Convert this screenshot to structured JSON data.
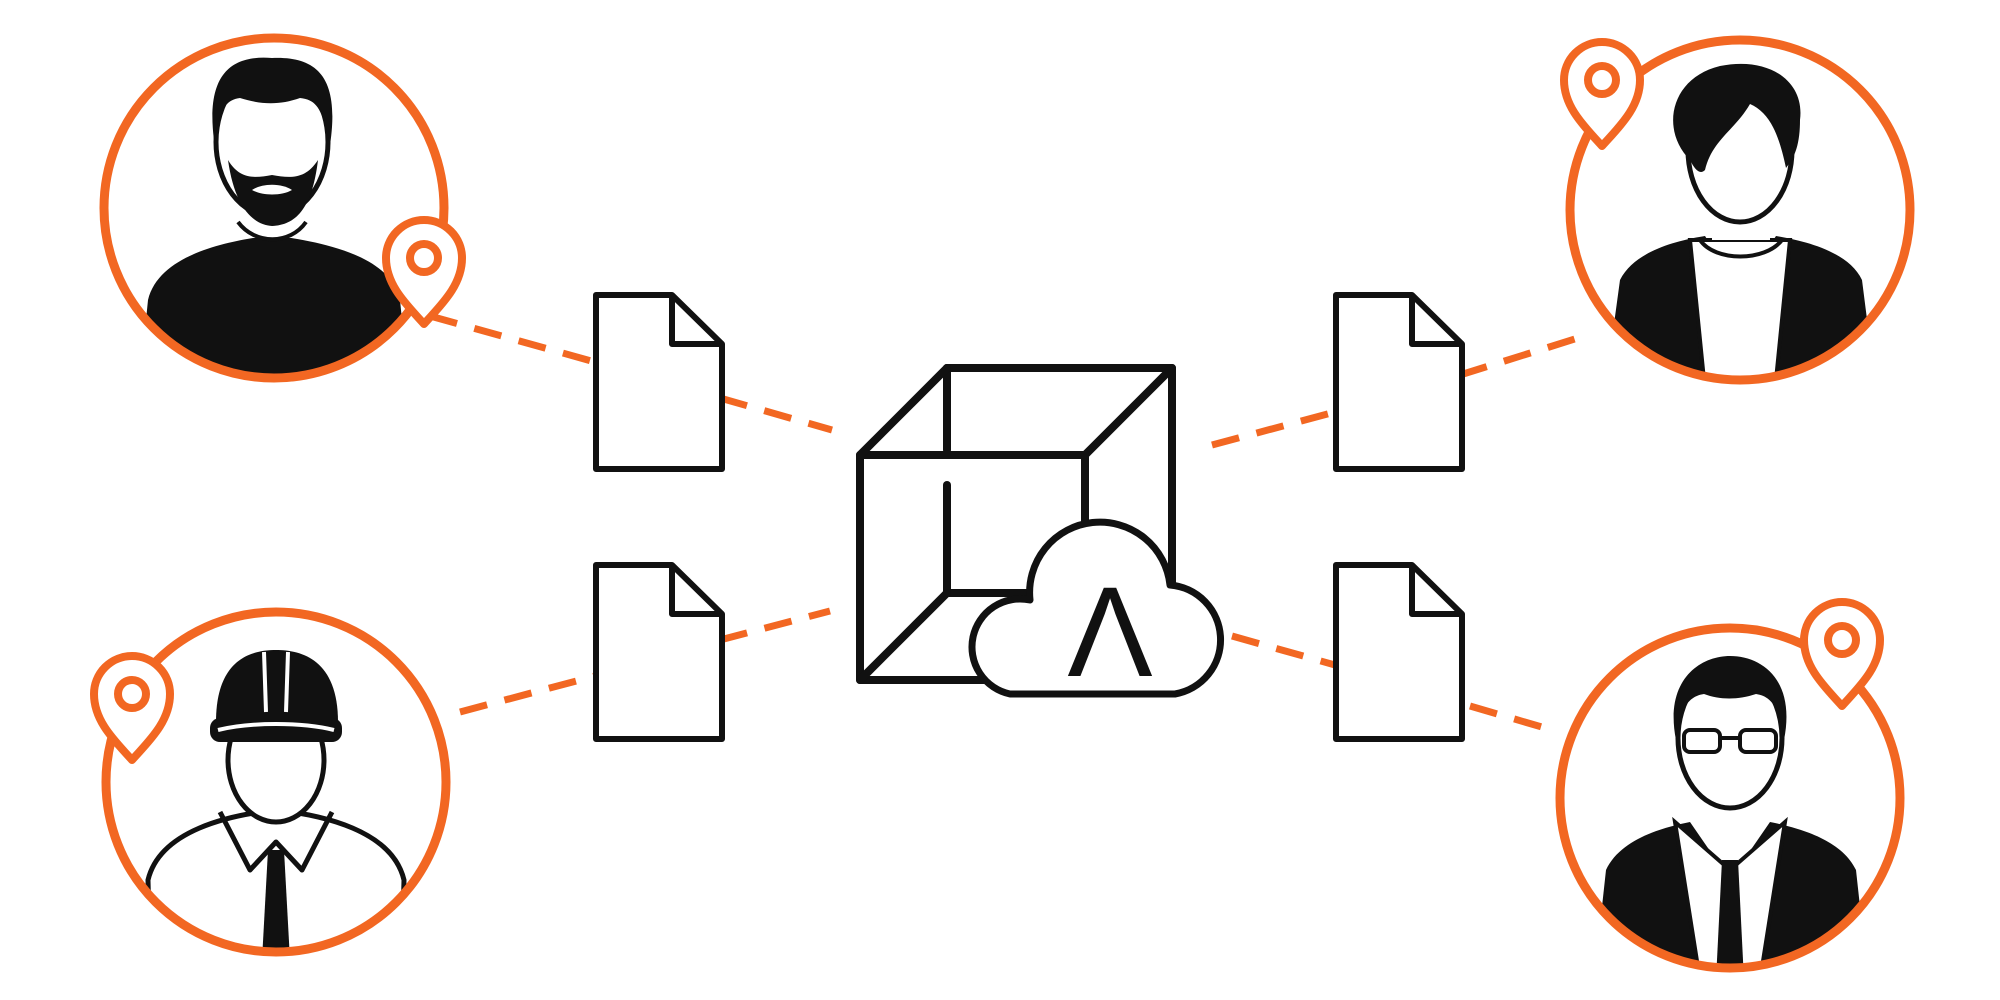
{
  "diagram": {
    "description_free": true,
    "colors": {
      "accent": "#f26722",
      "ink": "#111111",
      "background": "#ffffff"
    },
    "hub": {
      "icon": "cube-with-lambda-cloud-icon",
      "symbol": "Λ"
    },
    "users": [
      {
        "id": "user-bearded-man",
        "icon": "bearded-man-avatar-icon",
        "pin_icon": "location-pin-icon"
      },
      {
        "id": "user-woman",
        "icon": "woman-avatar-icon",
        "pin_icon": "location-pin-icon"
      },
      {
        "id": "user-hardhat-worker",
        "icon": "hardhat-worker-avatar-icon",
        "pin_icon": "location-pin-icon"
      },
      {
        "id": "user-businessman",
        "icon": "businessman-glasses-avatar-icon",
        "pin_icon": "location-pin-icon"
      }
    ],
    "documents": [
      {
        "id": "doc-top-left",
        "icon": "document-icon"
      },
      {
        "id": "doc-bottom-left",
        "icon": "document-icon"
      },
      {
        "id": "doc-top-right",
        "icon": "document-icon"
      },
      {
        "id": "doc-bottom-right",
        "icon": "document-icon"
      }
    ],
    "connectors": [
      {
        "from": "user-bearded-man",
        "to": "hub",
        "via": "doc-top-left",
        "style": "dashed"
      },
      {
        "from": "user-hardhat-worker",
        "to": "hub",
        "via": "doc-bottom-left",
        "style": "dashed"
      },
      {
        "from": "user-woman",
        "to": "hub",
        "via": "doc-top-right",
        "style": "dashed"
      },
      {
        "from": "user-businessman",
        "to": "hub",
        "via": "doc-bottom-right",
        "style": "dashed"
      }
    ]
  }
}
